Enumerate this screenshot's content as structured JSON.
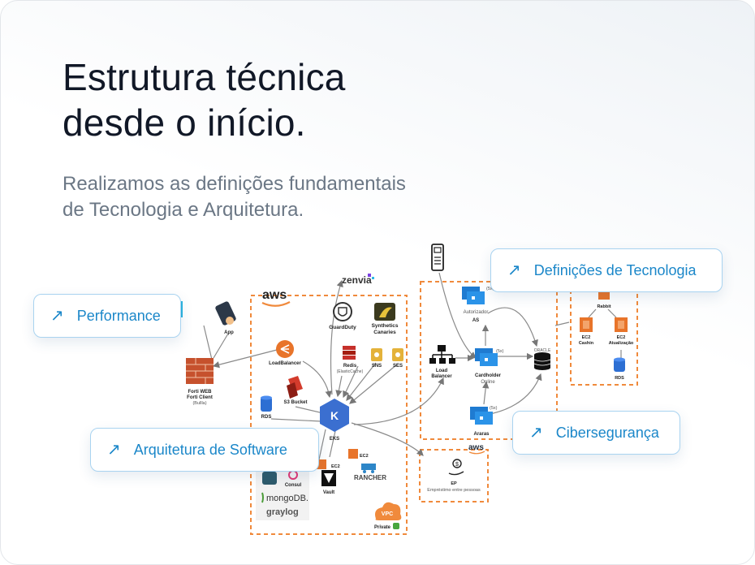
{
  "hero": {
    "title_line1": "Estrutura técnica",
    "title_line2": "desde o início.",
    "subtitle_line1": "Realizamos as definições fundamentais",
    "subtitle_line2": "de Tecnologia e Arquitetura."
  },
  "pills": {
    "arrow_icon": "↗",
    "performance": "Performance",
    "tecnologia": "Definições de Tecnologia",
    "arquitetura": "Arquitetura de Software",
    "ciberseguranca": "Cibersegurança"
  },
  "diagram": {
    "zenvia": "zenvia",
    "aws_main": "aws",
    "aws_small": "aws",
    "guardduty": "GuardDuty",
    "synthetics_1": "Synthetics",
    "synthetics_2": "Canaries",
    "redis_1": "Redis",
    "redis_2": "(ElasticCache)",
    "sns": "SNS",
    "ses": "SES",
    "loadbalancer": "LoadBalancer",
    "s3": "S3 Bucket",
    "rds_left": "RDS",
    "eks": "EKS",
    "ec2_a": "EC2",
    "ec2_b": "EC2",
    "vault": "Vault",
    "rancher": "RANCHER",
    "consul": "Consul",
    "mongodb": "mongoDB.",
    "graylog": "graylog",
    "vpc": "VPC",
    "private": "Private",
    "forti_1": "Forti WEB",
    "forti_2": "Forti Client",
    "forti_3": "(Bullla)",
    "app": "App",
    "load_balancer_1": "Load",
    "load_balancer_2": "Balancer",
    "autorizador_1": "Autorizador",
    "autorizador_2": "AS",
    "x5_a": "(5x)",
    "x5_b": "(5x)",
    "x5_c": "(5x)",
    "cardholder_1": "Cardholder",
    "cardholder_2": "Online",
    "araras": "Araras",
    "oracle": "ORACLE",
    "rabbit": "Rabbit",
    "ec2_cashin_1": "EC2",
    "ec2_cashin_2": "Cashin",
    "ec2_atual_1": "EC2",
    "ec2_atual_2": "Atualização",
    "rds_right": "RDS",
    "ep_1": "EP",
    "ep_2": "Empréstimo entre pessoas"
  }
}
